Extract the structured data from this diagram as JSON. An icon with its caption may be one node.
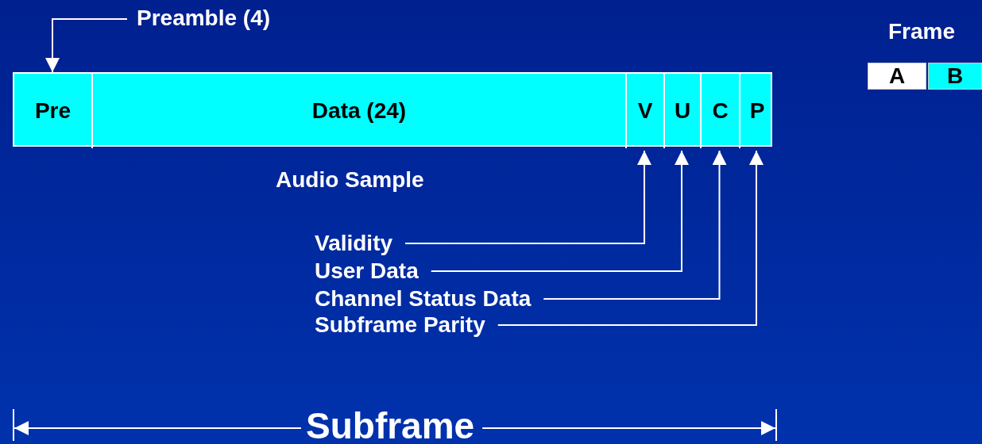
{
  "diagram": {
    "nodes": [
      {
        "text": [],
        "shape": "bar"
      },
      {
        "text": [
          "Pre"
        ],
        "in": 0
      },
      {
        "text": [
          "Data (24)"
        ],
        "in": 0
      },
      {
        "text": [
          "V"
        ],
        "in": 0
      },
      {
        "text": [
          "U"
        ],
        "in": 0
      },
      {
        "text": [
          "C"
        ],
        "in": 0
      },
      {
        "text": [
          "P"
        ],
        "in": 0
      },
      {
        "text": [
          "Preamble (4)"
        ]
      },
      {
        "text": [
          "Validity"
        ]
      },
      {
        "text": [
          "User Data"
        ]
      },
      {
        "text": [
          "Channel Status Data"
        ]
      },
      {
        "text": [
          "Subframe Parity"
        ]
      },
      {
        "text": [
          "A"
        ]
      },
      {
        "text": [
          "B"
        ]
      }
    ],
    "edges": [
      {
        "from": 7,
        "to": 1,
        "arrow": "to"
      },
      {
        "from": 8,
        "to": 3,
        "arrow": "to"
      },
      {
        "from": 9,
        "to": 4,
        "arrow": "to"
      },
      {
        "from": 10,
        "to": 5,
        "arrow": "to"
      },
      {
        "from": 11,
        "to": 6,
        "arrow": "to"
      }
    ],
    "labels": [
      "Frame",
      "Audio Sample",
      "Subframe"
    ]
  }
}
